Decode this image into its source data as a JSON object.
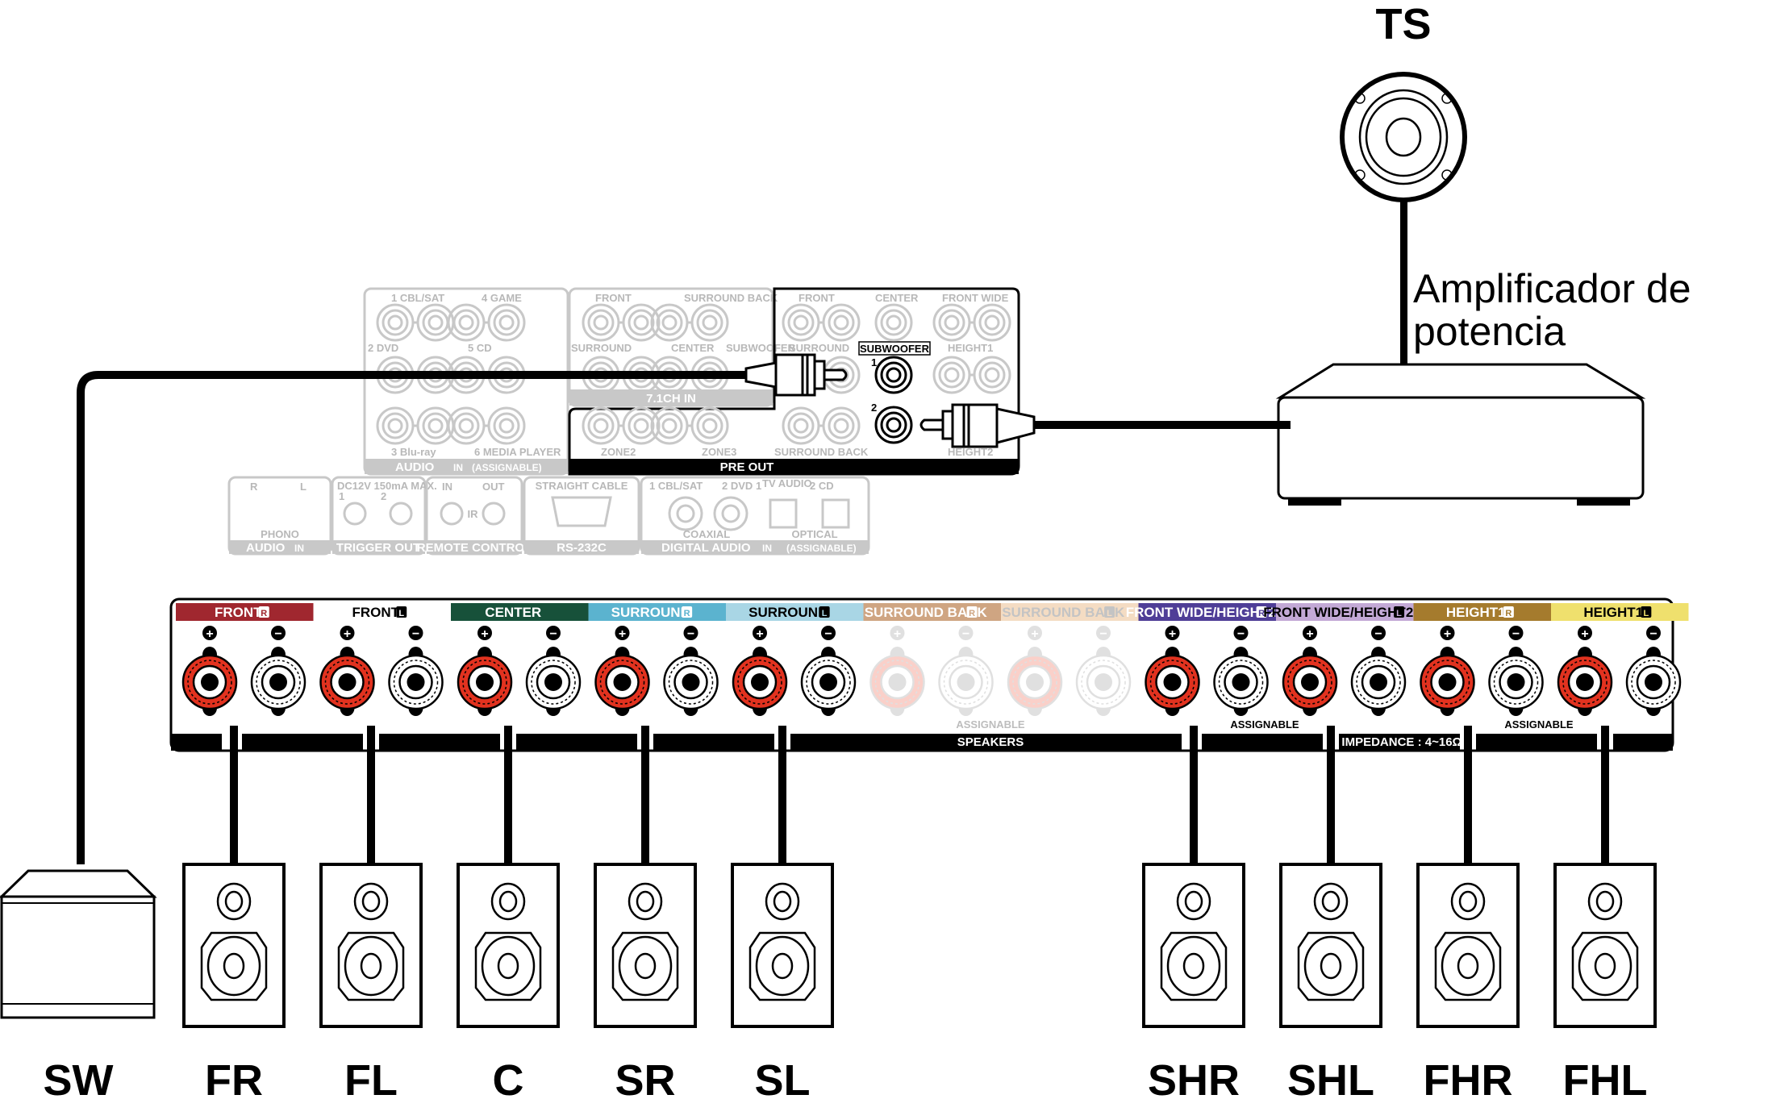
{
  "diagram": {
    "type": "AV receiver speaker connection diagram",
    "top_speaker": {
      "label": "TS"
    },
    "amplifier": {
      "label_line1": "Amplificador de",
      "label_line2": "potencia"
    },
    "speakers_bottom": [
      {
        "id": "SW",
        "label": "SW",
        "kind": "subwoofer"
      },
      {
        "id": "FR",
        "label": "FR",
        "kind": "bookshelf"
      },
      {
        "id": "FL",
        "label": "FL",
        "kind": "bookshelf"
      },
      {
        "id": "C",
        "label": "C",
        "kind": "bookshelf"
      },
      {
        "id": "SR",
        "label": "SR",
        "kind": "bookshelf"
      },
      {
        "id": "SL",
        "label": "SL",
        "kind": "bookshelf"
      },
      {
        "id": "SHR",
        "label": "SHR",
        "kind": "bookshelf"
      },
      {
        "id": "SHL",
        "label": "SHL",
        "kind": "bookshelf"
      },
      {
        "id": "FHR",
        "label": "FHR",
        "kind": "bookshelf"
      },
      {
        "id": "FHL",
        "label": "FHL",
        "kind": "bookshelf"
      }
    ],
    "speaker_terminals": {
      "channels": [
        {
          "label": "FRONT",
          "side": "R",
          "color": "#a0272f",
          "text_color": "#ffffff",
          "active": true
        },
        {
          "label": "FRONT",
          "side": "L",
          "color": "#ffffff",
          "text_color": "#000000",
          "active": true
        },
        {
          "label": "CENTER",
          "side": "",
          "color": "#17513a",
          "text_color": "#ffffff",
          "active": true
        },
        {
          "label": "SURROUND",
          "side": "R",
          "color": "#5bb3cf",
          "text_color": "#ffffff",
          "active": true
        },
        {
          "label": "SURROUND",
          "side": "L",
          "color": "#a9d6e5",
          "text_color": "#000000",
          "active": true
        },
        {
          "label": "SURROUND BACK",
          "side": "R",
          "color": "#cfa582",
          "text_color": "#ffffff",
          "active": false
        },
        {
          "label": "SURROUND BACK",
          "side": "L",
          "color": "#f4dcc3",
          "text_color": "#c4c4c4",
          "active": false
        },
        {
          "label": "FRONT WIDE/HEIGHT2",
          "side": "R",
          "color": "#4f3e97",
          "text_color": "#ffffff",
          "active": true
        },
        {
          "label": "FRONT WIDE/HEIGHT2",
          "side": "L",
          "color": "#c3a9d6",
          "text_color": "#000000",
          "active": true
        },
        {
          "label": "HEIGHT1",
          "side": "R",
          "color": "#a57b2d",
          "text_color": "#ffffff",
          "active": true
        },
        {
          "label": "HEIGHT1",
          "side": "L",
          "color": "#efe06d",
          "text_color": "#000000",
          "active": true
        }
      ],
      "plus_symbol": "+",
      "minus_symbol": "−",
      "assignable_labels": [
        "ASSIGNABLE",
        "ASSIGNABLE",
        "ASSIGNABLE"
      ],
      "footer_label": "SPEAKERS",
      "impedance_label": "IMPEDANCE : 4~16Ω"
    },
    "rear_panel": {
      "audio_in_group": {
        "labels": [
          "1 CBL/SAT",
          "4 GAME",
          "2 DVD",
          "5 CD",
          "3 Blu-ray",
          "6 MEDIA PLAYER"
        ],
        "footer": "AUDIO",
        "footer_badge": "IN",
        "footer_note": "(ASSIGNABLE)"
      },
      "ch71_in_group": {
        "labels": [
          "FRONT",
          "SURROUND BACK",
          "SURROUND",
          "CENTER",
          "SUBWOOFER"
        ],
        "footer": "7.1CH IN"
      },
      "pre_out_group": {
        "labels": [
          "FRONT",
          "CENTER",
          "FRONT WIDE",
          "SURROUND",
          "HEIGHT1",
          "ZONE2",
          "ZONE3",
          "SURROUND BACK",
          "HEIGHT2"
        ],
        "subwoofer_box": "SUBWOOFER",
        "sub_jack_1": "1",
        "sub_jack_2": "2",
        "footer": "PRE OUT"
      },
      "phono": {
        "r": "R",
        "l": "L",
        "label": "PHONO",
        "footer": "AUDIO",
        "footer_badge": "IN"
      },
      "trigger": {
        "spec": "DC12V 150mA MAX.",
        "j1": "1",
        "j2": "2",
        "footer": "TRIGGER OUT"
      },
      "remote": {
        "in": "IN",
        "out": "OUT",
        "ir": "IR",
        "footer": "REMOTE CONTROL"
      },
      "rs232": {
        "note": "STRAIGHT CABLE",
        "footer": "RS-232C"
      },
      "digital": {
        "coax1": "1 CBL/SAT",
        "coax2": "2 DVD",
        "opt1": "1",
        "opt1_sub": "TV AUDIO",
        "opt2": "2 CD",
        "coax_label": "COAXIAL",
        "opt_label": "OPTICAL",
        "footer": "DIGITAL AUDIO",
        "footer_badge": "IN",
        "footer_note": "(ASSIGNABLE)"
      }
    }
  }
}
